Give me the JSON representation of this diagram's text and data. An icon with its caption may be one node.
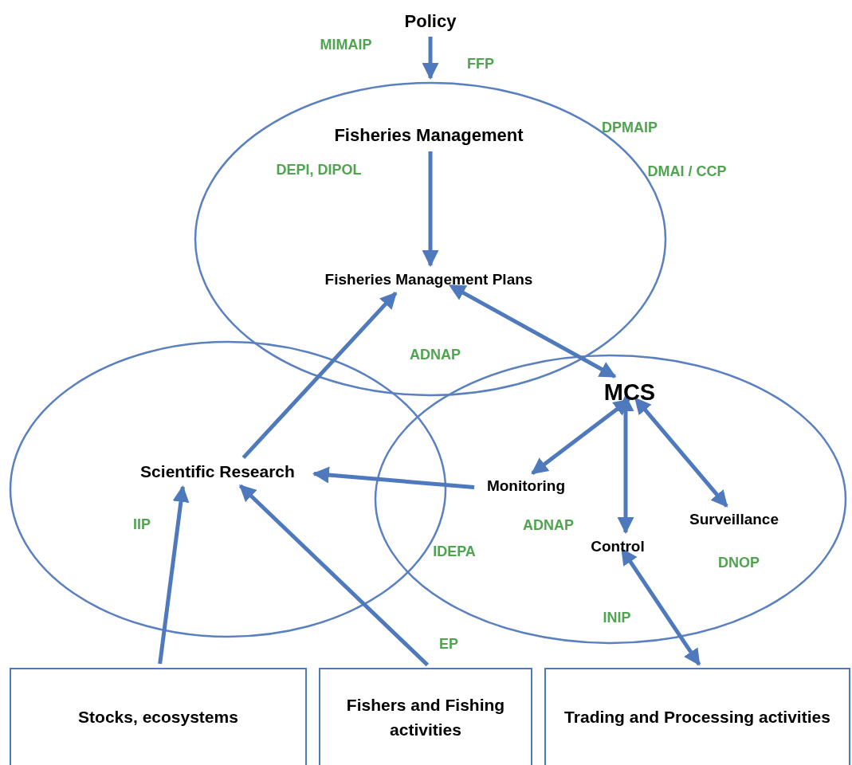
{
  "diagram": {
    "nodes": [
      {
        "text": [
          "Policy"
        ]
      },
      {
        "text": [],
        "shape": "ellipse"
      },
      {
        "text": [
          "Fisheries Management"
        ],
        "in": 1
      },
      {
        "text": [
          "Fisheries Management Plans"
        ],
        "in": 1
      },
      {
        "text": [],
        "shape": "ellipse"
      },
      {
        "text": [
          "Scientific Research"
        ],
        "in": 4
      },
      {
        "text": [],
        "shape": "ellipse"
      },
      {
        "text": [
          "MCS"
        ],
        "in": 6
      },
      {
        "text": [
          "Monitoring"
        ],
        "in": 6
      },
      {
        "text": [
          "Control"
        ],
        "in": 6
      },
      {
        "text": [
          "Surveillance"
        ],
        "in": 6
      },
      {
        "text": [
          "Stocks, ecosystems"
        ]
      },
      {
        "text": [
          "Fishers and Fishing activities"
        ]
      },
      {
        "text": [
          "Trading and Processing activities"
        ]
      }
    ],
    "edges": [
      {
        "from": 0,
        "to": 1,
        "arrow": "to"
      },
      {
        "from": 2,
        "to": 3,
        "arrow": "to"
      },
      {
        "from": 5,
        "to": 3,
        "arrow": "to"
      },
      {
        "from": 3,
        "to": 7,
        "arrow": "both"
      },
      {
        "from": 7,
        "to": 8,
        "arrow": "both"
      },
      {
        "from": 7,
        "to": 9,
        "arrow": "both"
      },
      {
        "from": 7,
        "to": 10,
        "arrow": "both"
      },
      {
        "from": 8,
        "to": 5,
        "arrow": "to"
      },
      {
        "from": 11,
        "to": 5,
        "arrow": "to"
      },
      {
        "from": 12,
        "to": 5,
        "arrow": "to"
      },
      {
        "from": 9,
        "to": 13,
        "arrow": "both"
      }
    ],
    "labels": [
      "MIMAIP",
      "FFP",
      "DPMAIP",
      "DEPI, DIPOL",
      "DMAI / CCP",
      "ADNAP",
      "IIP",
      "ADNAP",
      "IDEPA",
      "DNOP",
      "INIP",
      "EP"
    ]
  }
}
